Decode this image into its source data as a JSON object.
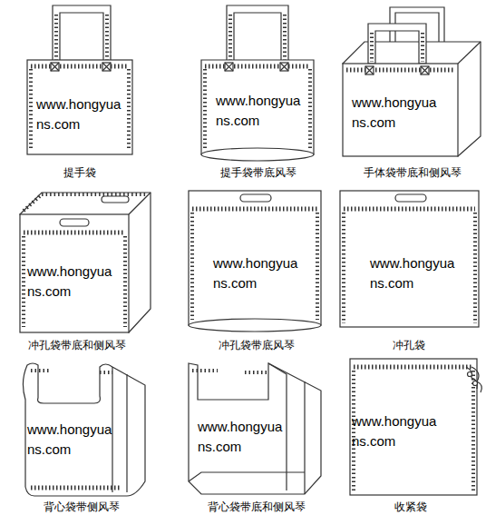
{
  "diagram": {
    "labels": [
      "www.hongyua ns.com",
      "提手袋",
      "www.hongyua ns.com",
      "提手袋带底风琴",
      "www.hongyua ns.com",
      "手体袋带底和侧风琴",
      "www.hongyua ns.com",
      "冲孔袋带底和侧风琴",
      "www.hongyua ns.com",
      "冲孔袋带底风琴",
      "www.hongyua ns.com",
      "冲孔袋",
      "www.hongyua ns.com",
      "背心袋带侧风琴",
      "www.hongyua ns.com",
      "背心袋带底和侧风琴",
      "www.hongyua ns.com",
      "收紧袋"
    ]
  }
}
